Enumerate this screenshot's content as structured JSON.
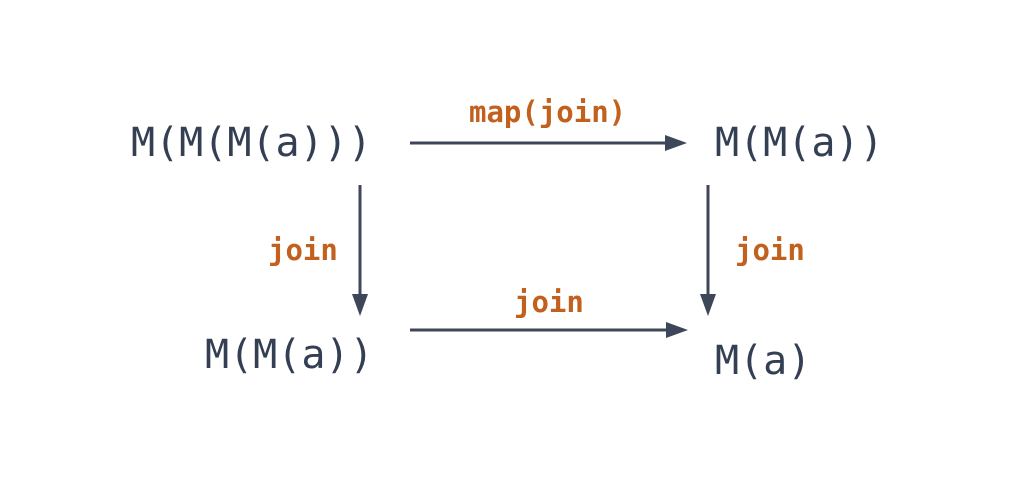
{
  "colors": {
    "background": "#ffffff",
    "node_text": "#343f54",
    "arrow": "#3d4759",
    "label_text": "#c2611e"
  },
  "nodes": {
    "top_left": {
      "label": "M(M(M(a)))"
    },
    "top_right": {
      "label": "M(M(a))"
    },
    "bottom_left": {
      "label": "M(M(a))"
    },
    "bottom_right": {
      "label": "M(a)"
    }
  },
  "arrows": {
    "top": {
      "label": "map(join)",
      "direction": "right"
    },
    "left": {
      "label": "join",
      "direction": "down"
    },
    "right": {
      "label": "join",
      "direction": "down"
    },
    "bottom": {
      "label": "join",
      "direction": "right"
    }
  }
}
